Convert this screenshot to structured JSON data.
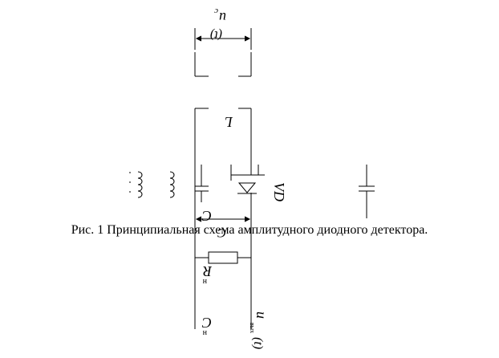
{
  "diagram": {
    "labels": {
      "input_voltage": "u",
      "input_voltage_sub": "c",
      "input_voltage_arg": "(t)",
      "inductor": "L",
      "diode": "VD",
      "capacitor": "C",
      "load_resistor": "R",
      "load_resistor_sub": "н",
      "load_capacitor": "C",
      "load_capacitor_sub": "н",
      "output_voltage": "u",
      "output_voltage_sub": "вых",
      "output_voltage_arg": "(t)"
    },
    "caption": "Рис. 1 Принципиальная схема амплитудного диодного детектора."
  }
}
